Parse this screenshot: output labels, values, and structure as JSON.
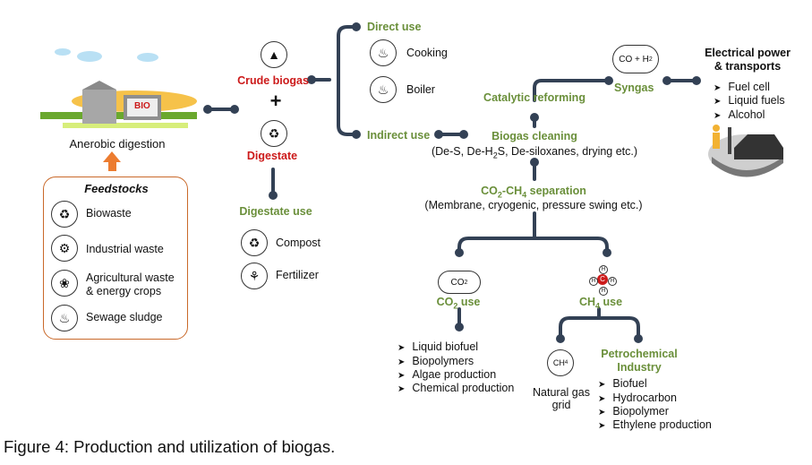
{
  "left": {
    "anaerobic_digestion": "Anerobic digestion",
    "bio_logo": "BIO",
    "feedstocks_title": "Feedstocks",
    "feedstocks": [
      "Biowaste",
      "Industrial waste",
      "Agricultural waste",
      "& energy crops",
      "Sewage sludge"
    ]
  },
  "mid": {
    "crude_biogas": "Crude biogas",
    "plus": "+",
    "digestate": "Digestate",
    "digestate_use": "Digestate use",
    "compost": "Compost",
    "fertilizer": "Fertilizer"
  },
  "use": {
    "direct_use": "Direct use",
    "cooking": "Cooking",
    "boiler": "Boiler",
    "indirect_use": "Indirect use"
  },
  "process": {
    "catalytic_reforming": "Catalytic reforming",
    "syngas": "Syngas",
    "syngas_icon_text": "CO + H",
    "syngas_icon_sub": "2",
    "biogas_cleaning": "Biogas cleaning",
    "cleaning_detail_1": "(De-S, De-H",
    "cleaning_detail_sub": "2",
    "cleaning_detail_2": "S, De-siloxanes, drying etc.)",
    "separation_1": "CO",
    "separation_sub1": "2",
    "separation_2": "-CH",
    "separation_sub2": "4",
    "separation_3": " separation",
    "separation_detail": "(Membrane, cryogenic, pressure swing etc.)"
  },
  "power": {
    "title_line1": "Electrical power",
    "title_line2": "& transports",
    "items": [
      "Fuel cell",
      "Liquid fuels",
      "Alcohol"
    ]
  },
  "co2": {
    "icon_text": "CO",
    "icon_sub": "2",
    "label_1": "CO",
    "label_sub": "2",
    "label_2": " use",
    "items": [
      "Liquid biofuel",
      "Biopolymers",
      "Algae production",
      "Chemical production"
    ]
  },
  "ch4": {
    "label_1": "CH",
    "label_sub": "4",
    "label_2": " use",
    "icon_atom": "C",
    "icon_h": "H",
    "grid_icon_text": "CH",
    "grid_icon_sub": "4",
    "natural_gas_1": "Natural gas",
    "natural_gas_2": "grid",
    "petro_1": "Petrochemical",
    "petro_2": "Industry",
    "petro_items": [
      "Biofuel",
      "Hydrocarbon",
      "Biopolymer",
      "Ethylene production"
    ]
  },
  "caption": "Figure 4: Production and utilization of biogas.",
  "colors": {
    "line": "#334155",
    "green": "#6a8f3a",
    "red": "#cc1a1a",
    "orange": "#ec7c30",
    "box": "#c9692a"
  }
}
